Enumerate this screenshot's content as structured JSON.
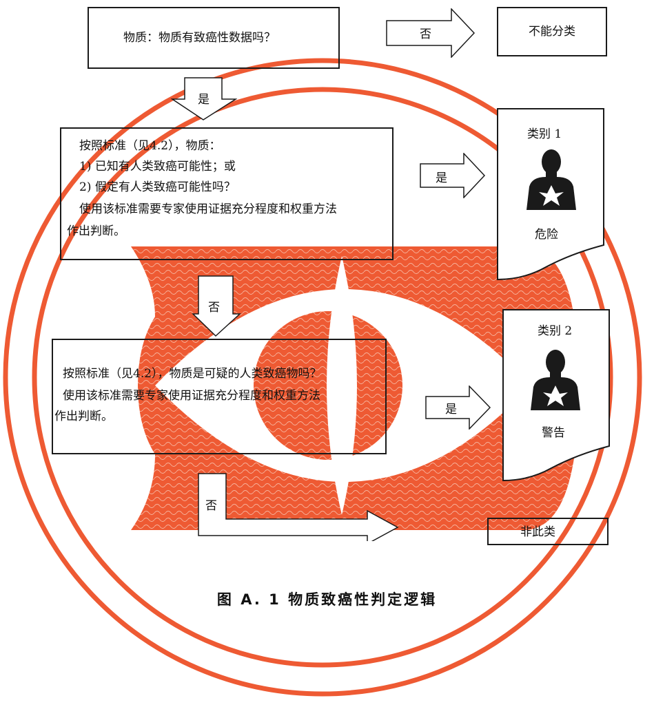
{
  "diagram": {
    "q1": "物质：物质有致癌性数据吗？",
    "q1_no_label": "否",
    "no_class_label": "不能分类",
    "q1_yes_label": "是",
    "q2_lines": [
      "按照标准（见4.2），物质：",
      "1)   已知有人类致癌可能性；或",
      "2)   假定有人类致癌可能性吗？",
      "  使用该标准需要专家使用证据充分程度和权重方法",
      "作出判断。"
    ],
    "q2_yes_label": "是",
    "cat1_title": "类别 1",
    "cat1_signal": "危险",
    "q2_no_label": "否",
    "q3_lines": [
      "  按照标准（见4.2），物质是可疑的人类致癌物吗？",
      "  使用该标准需要专家使用证据充分程度和权重方法",
      "作出判断。"
    ],
    "q3_yes_label": "是",
    "cat2_title": "类别 2",
    "cat2_signal": "警告",
    "q3_no_label": "否",
    "not_class_label": "非此类"
  },
  "caption": "图 A. 1   物质致癌性判定逻辑",
  "colors": {
    "watermark": "#ee5a33",
    "stroke": "#1a1a1a"
  },
  "icons": {
    "health_hazard": "health-hazard-pictogram-icon",
    "watermark": "eye-seal-watermark"
  }
}
